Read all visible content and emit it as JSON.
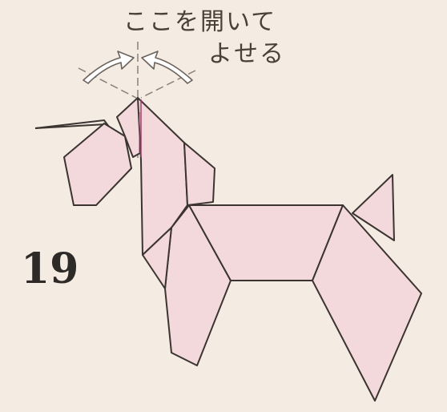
{
  "instruction": {
    "line1": "ここを開いて",
    "line2": "よせる"
  },
  "step": {
    "number": "19"
  },
  "colors": {
    "background": "#f4ece3",
    "paper_fill": "#f3d9dc",
    "outline": "#3b3431",
    "guide": "#8a807a"
  },
  "icons": {
    "left_arrow": "curved-arrow-right-icon",
    "right_arrow": "curved-arrow-left-icon"
  }
}
